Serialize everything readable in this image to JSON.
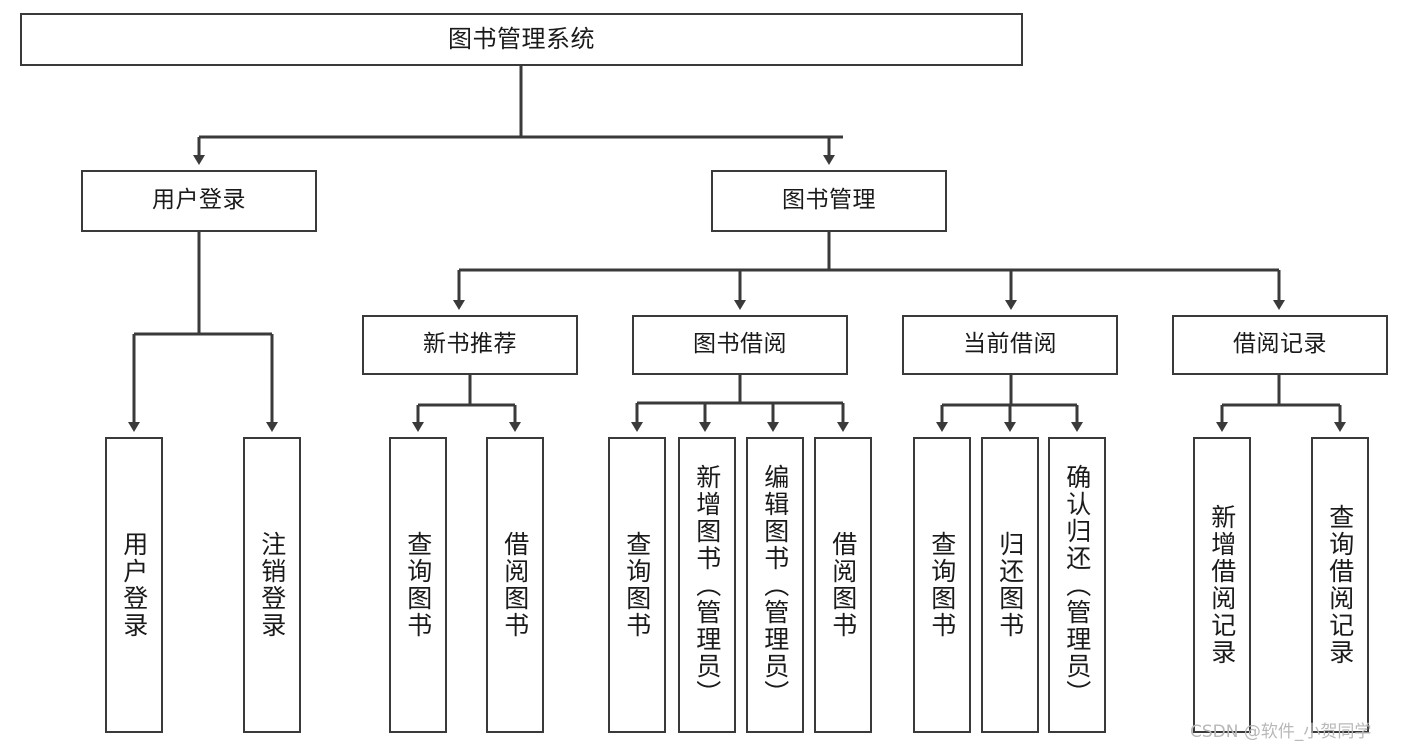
{
  "diagram": {
    "title": "图书管理系统",
    "type": "tree-hierarchy-diagram",
    "watermark": "CSDN @软件_小贺同学",
    "nodes": {
      "root": {
        "label": "图书管理系统"
      },
      "level2": [
        {
          "label": "用户登录"
        },
        {
          "label": "图书管理"
        }
      ],
      "level3": [
        {
          "label": "新书推荐"
        },
        {
          "label": "图书借阅"
        },
        {
          "label": "当前借阅"
        },
        {
          "label": "借阅记录"
        }
      ],
      "leaves": {
        "user_login": [
          {
            "label": "用户登录"
          },
          {
            "label": "注销登录"
          }
        ],
        "new_book_recommend": [
          {
            "label": "查询图书"
          },
          {
            "label": "借阅图书"
          }
        ],
        "book_borrow": [
          {
            "label": "查询图书"
          },
          {
            "label": "新增图书（管理员）"
          },
          {
            "label": "编辑图书（管理员）"
          },
          {
            "label": "借阅图书"
          }
        ],
        "current_borrow": [
          {
            "label": "查询图书"
          },
          {
            "label": "归还图书"
          },
          {
            "label": "确认归还（管理员）"
          }
        ],
        "borrow_record": [
          {
            "label": "新增借阅记录"
          },
          {
            "label": "查询借阅记录"
          }
        ]
      }
    },
    "colors": {
      "stroke": "#3a3a3a",
      "fill": "#ffffff",
      "text": "#1a1a1a",
      "watermark": "#b8b8b8"
    }
  }
}
